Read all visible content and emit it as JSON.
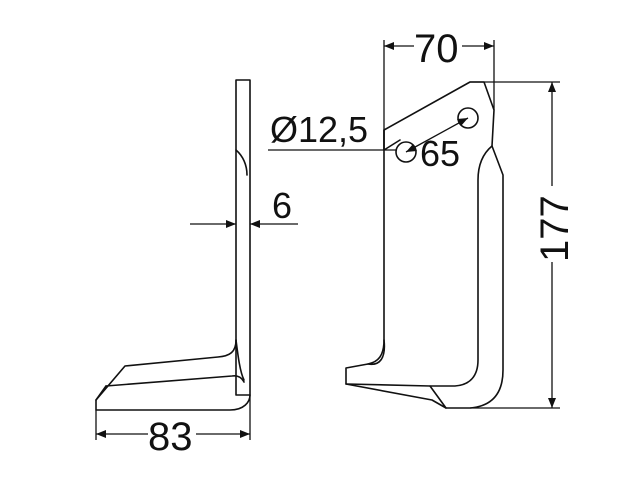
{
  "dimensions": {
    "width_83": "83",
    "thickness_6": "6",
    "top_width_70": "70",
    "height_177": "177",
    "hole_diameter": "Ø12,5",
    "hole_spacing_65": "65"
  }
}
